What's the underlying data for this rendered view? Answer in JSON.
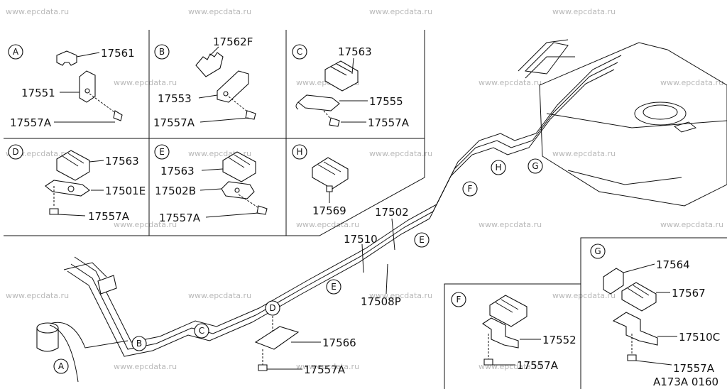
{
  "watermark": "www.epcdata.ru",
  "diagram_code": "A173A 0160",
  "insets": {
    "A": {
      "letter": "A",
      "parts": [
        "17561",
        "17551",
        "17557A"
      ]
    },
    "B": {
      "letter": "B",
      "parts": [
        "17562F",
        "17553",
        "17557A"
      ]
    },
    "C": {
      "letter": "C",
      "parts": [
        "17563",
        "17555",
        "17557A"
      ]
    },
    "D": {
      "letter": "D",
      "parts": [
        "17563",
        "17501E",
        "17557A"
      ]
    },
    "E": {
      "letter": "E",
      "parts": [
        "17563",
        "17502B",
        "17557A"
      ]
    },
    "H": {
      "letter": "H",
      "parts": [
        "17569"
      ]
    },
    "F": {
      "letter": "F",
      "parts": [
        "17552",
        "17557A"
      ]
    },
    "G": {
      "letter": "G",
      "parts": [
        "17564",
        "17567",
        "17510C",
        "17557A"
      ]
    }
  },
  "main": {
    "pipes": [
      "17502",
      "17510",
      "17508P"
    ],
    "parts": [
      "17566",
      "17557A"
    ],
    "markers": [
      "A",
      "B",
      "C",
      "D",
      "E",
      "E",
      "F",
      "H",
      "G"
    ]
  }
}
